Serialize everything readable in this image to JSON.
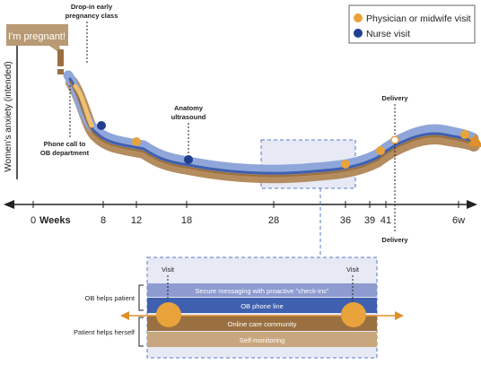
{
  "speech_bubble": "I'm pregnant!",
  "legend": {
    "items": [
      {
        "label": "Physician or midwife visit",
        "color": "#E8A33A"
      },
      {
        "label": "Nurse visit",
        "color": "#1F3F8E"
      }
    ]
  },
  "y_axis_label": "Women's anxiety (intended)",
  "annotations": {
    "drop_in": [
      "Drop-in early",
      "pregnancy class"
    ],
    "phone_call": [
      "Phone call to",
      "OB department"
    ],
    "anatomy": [
      "Anatomy",
      "ultrasound"
    ],
    "delivery_top": "Delivery",
    "delivery_axis": "Delivery"
  },
  "axis": {
    "weeks_label": "Weeks",
    "ticks": [
      {
        "label": "0",
        "week": 0
      },
      {
        "label": "8",
        "week": 8
      },
      {
        "label": "12",
        "week": 12
      },
      {
        "label": "18",
        "week": 18
      },
      {
        "label": "28",
        "week": 28
      },
      {
        "label": "36",
        "week": 36
      },
      {
        "label": "39",
        "week": 39
      },
      {
        "label": "41",
        "week": 41
      },
      {
        "label": "6w",
        "week": 47
      }
    ]
  },
  "detail": {
    "visit_left": "Visit",
    "visit_right": "Visit",
    "bands": [
      {
        "label": "Secure messaging with proactive \"check-ins\"",
        "color": "#8D9BD0"
      },
      {
        "label": "OB phone line",
        "color": "#3F5FAF"
      },
      {
        "label": "Online care community",
        "color": "#9A7040"
      },
      {
        "label": "Self-monitoring",
        "color": "#C9A77E"
      }
    ],
    "side_labels": [
      "OB helps patient",
      "Patient helps herself"
    ]
  },
  "colors": {
    "physician": "#E8A33A",
    "nurse": "#1F3F8E",
    "brown": "#A88050",
    "light_blue": "#8FA6DA",
    "highlight_box": "#E7E9F5",
    "dash_blue": "#5A78C2"
  }
}
